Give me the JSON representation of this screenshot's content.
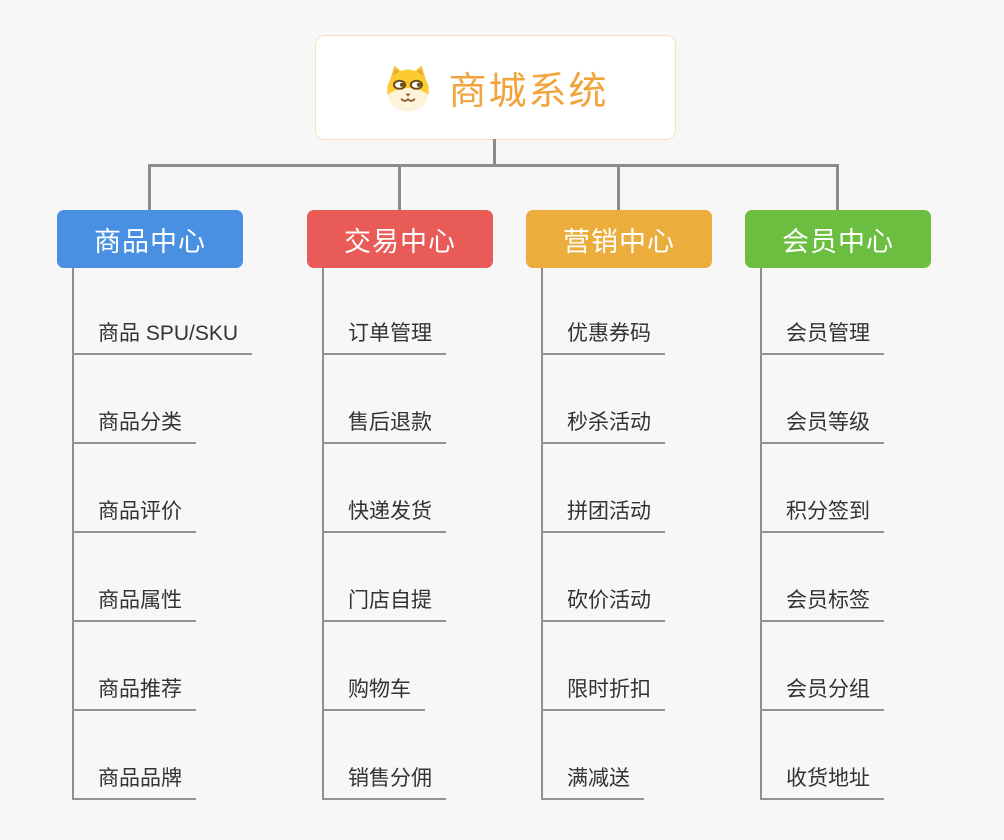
{
  "root": {
    "title": "商城系统",
    "icon": "shiba-dog-face-icon"
  },
  "branches": [
    {
      "label": "商品中心",
      "color": "#4a90e2",
      "items": [
        "商品 SPU/SKU",
        "商品分类",
        "商品评价",
        "商品属性",
        "商品推荐",
        "商品品牌"
      ]
    },
    {
      "label": "交易中心",
      "color": "#e95b56",
      "items": [
        "订单管理",
        "售后退款",
        "快递发货",
        "门店自提",
        "购物车",
        "销售分佣"
      ]
    },
    {
      "label": "营销中心",
      "color": "#ebad3c",
      "items": [
        "优惠券码",
        "秒杀活动",
        "拼团活动",
        "砍价活动",
        "限时折扣",
        "满减送"
      ]
    },
    {
      "label": "会员中心",
      "color": "#6cbe40",
      "items": [
        "会员管理",
        "会员等级",
        "积分签到",
        "会员标签",
        "会员分组",
        "收货地址"
      ]
    }
  ],
  "colors": {
    "background": "#f7f7f7",
    "root_border": "#f2c377",
    "root_text": "#f0a43b",
    "connector": "#8c8c8c",
    "leaf_text": "#333333"
  }
}
